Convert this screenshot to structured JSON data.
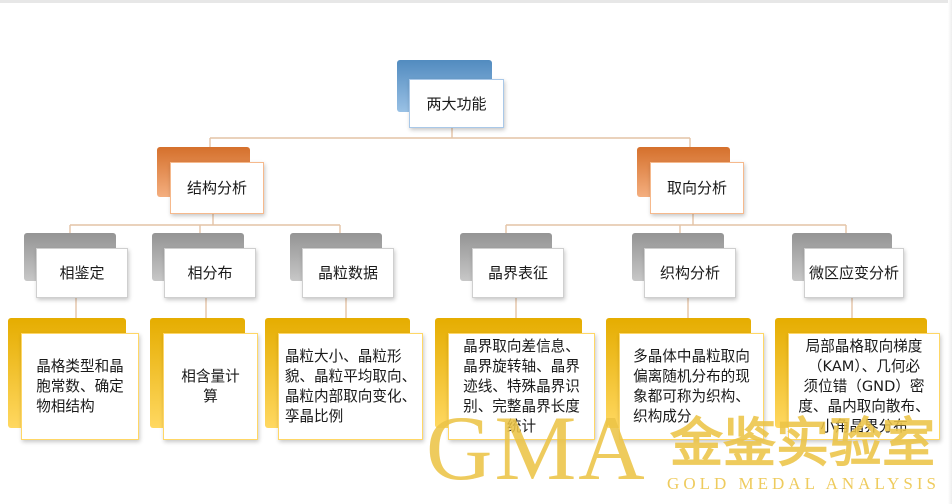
{
  "diagram": {
    "root": {
      "label": "两大功能"
    },
    "branches": [
      {
        "label": "结构分析",
        "children": [
          {
            "label": "相鉴定",
            "detail": [
              "晶格类型和晶",
              "胞常数、确定",
              "物相结构"
            ]
          },
          {
            "label": "相分布",
            "detail": [
              "相含量计",
              "算"
            ]
          },
          {
            "label": "晶粒数据",
            "detail": [
              "晶粒大小、晶粒形",
              "貌、晶粒平均取向、",
              "晶粒内部取向变化、",
              "孪晶比例"
            ]
          }
        ]
      },
      {
        "label": "取向分析",
        "children": [
          {
            "label": "晶界表征",
            "detail": [
              "晶界取向差信息、",
              "晶界旋转轴、晶界",
              "迹线、特殊晶界识",
              "别、完整晶界长度",
              "统计"
            ]
          },
          {
            "label": "织构分析",
            "detail": [
              "多晶体中晶粒取向",
              "偏离随机分布的现",
              "象都可称为织构、",
              "织构成分"
            ]
          },
          {
            "label": "微区应变分析",
            "detail": [
              "局部晶格取向梯度",
              "（KAM）、几何必",
              "须位错（GND）密",
              "度、晶内取向散布、",
              "小角晶界分布"
            ]
          }
        ]
      }
    ]
  },
  "colors": {
    "root": "#5b9bd5",
    "level2": "#ed7d31",
    "level3": "#a5a5a5",
    "level4": "#ffc000",
    "connector": "#e4c3a6",
    "text": "#1a1a1a"
  },
  "watermark": {
    "mark": "GMA",
    "name": "金鉴实验室",
    "tagline": "GOLD MEDAL ANALYSIS",
    "color": "#ecc447"
  }
}
